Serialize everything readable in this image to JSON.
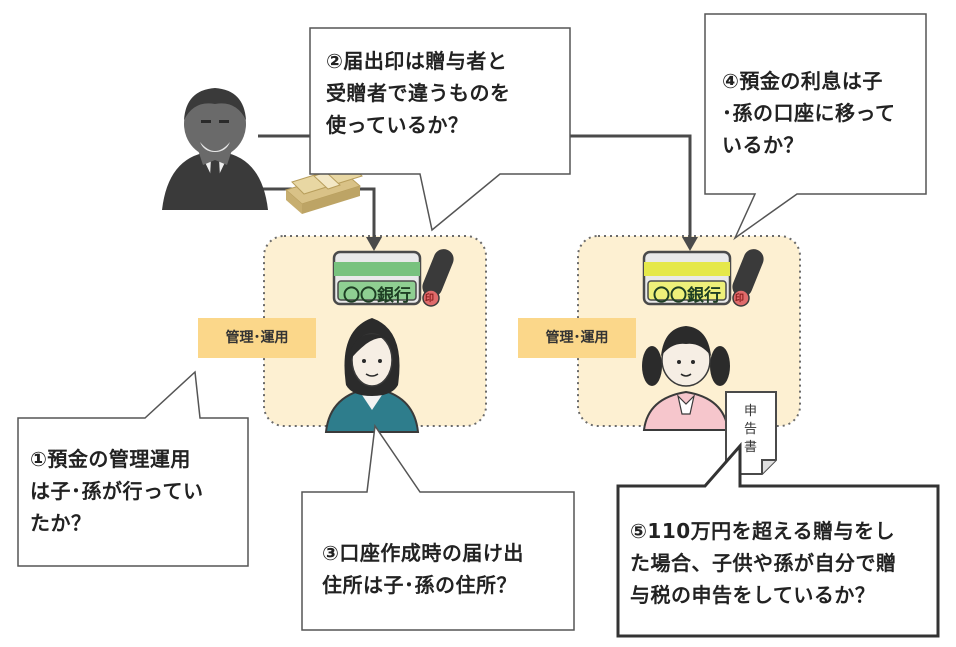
{
  "bubbles": {
    "q1": [
      "①預金の管理運用",
      "は子･孫が行ってい",
      "たか？"
    ],
    "q2": [
      "②届出印は贈与者と",
      "受贈者で違うものを",
      "使っているか？"
    ],
    "q3": [
      "③口座作成時の届け出",
      "住所は子･孫の住所？"
    ],
    "q4": [
      "④預金の利息は子",
      "･孫の口座に移って",
      "いるか？"
    ],
    "q5": [
      "⑤110万円を超える贈与をし",
      "た場合、子供や孫が自分で贈",
      "与税の申告をしているか？"
    ]
  },
  "tags": {
    "left": "管理･運用",
    "right": "管理･運用"
  },
  "bank_books": {
    "left": "〇〇銀行",
    "right": "〇〇銀行"
  },
  "seal_char": "印",
  "document": [
    "申",
    "告",
    "書"
  ],
  "colors": {
    "box_fill": "#fdf0d2",
    "tag": "#fbd78a",
    "bank_left": "#78c27e",
    "bank_right": "#e5e84a",
    "jacket": "#2e7d8c"
  }
}
